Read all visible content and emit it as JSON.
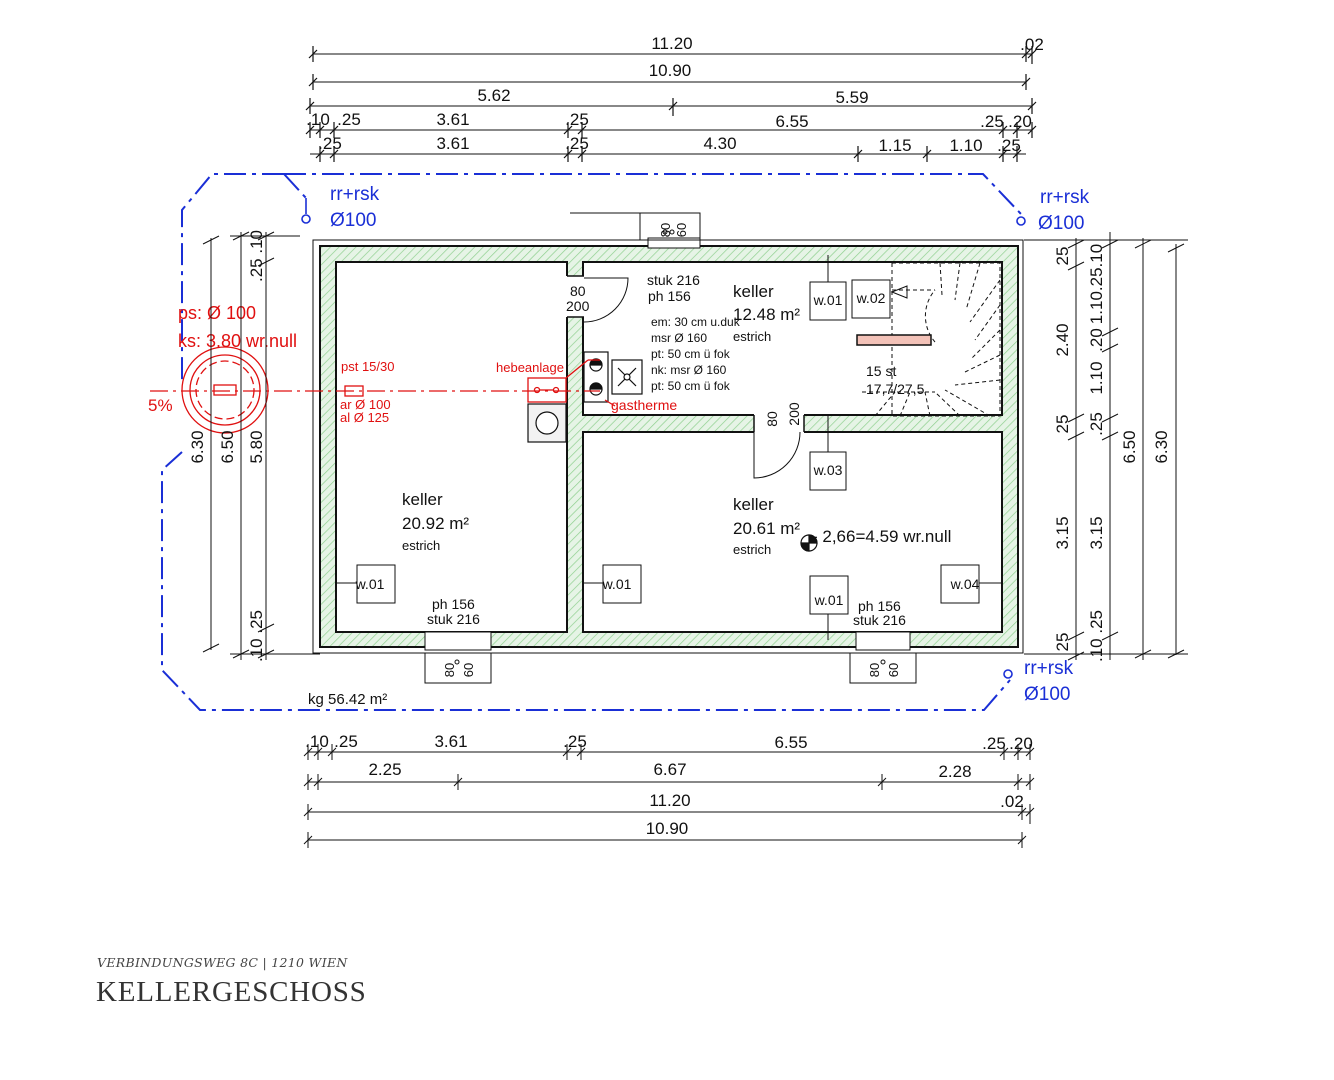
{
  "caption": {
    "address": "VERBINDUNGSWEG 8C | 1210 WIEN",
    "title": "KELLERGESCHOSS"
  },
  "dimensions": {
    "top": {
      "row1": [
        "11.20",
        ".02"
      ],
      "row2": [
        "10.90"
      ],
      "row3": [
        "5.62",
        "5.59"
      ],
      "row4": [
        ".10",
        ".25",
        "3.61",
        ".25",
        "6.55",
        ".25",
        ".20"
      ],
      "row5": [
        ".25",
        "3.61",
        ".25",
        "4.30",
        "1.15",
        "1.10",
        ".25"
      ]
    },
    "bottom": {
      "row1": [
        ".10",
        ".25",
        "3.61",
        ".25",
        "6.55",
        ".25",
        ".20"
      ],
      "row2": [
        "2.25",
        "6.67",
        "2.28"
      ],
      "row3": [
        "11.20",
        ".02"
      ],
      "row4": [
        "10.90"
      ]
    },
    "left": {
      "outer": "6.30",
      "mid": "6.50",
      "inner": "5.80",
      "top_small": ".25 .10",
      "bottom_small": ".10 .25"
    },
    "right": {
      "col1": [
        "25",
        "2.40",
        "25",
        "3.15",
        "25"
      ],
      "col2": [
        "1.10.25.10",
        ".20",
        "1.10",
        ".25",
        "3.15",
        ".10 .25"
      ],
      "col3": "6.50",
      "col4": "6.30"
    }
  },
  "rooms": {
    "keller_left": {
      "name": "keller",
      "area": "20.92 m²",
      "floor": "estrich"
    },
    "keller_top": {
      "name": "keller",
      "area": "12.48 m²",
      "floor": "estrich"
    },
    "keller_right": {
      "name": "keller",
      "area": "20.61 m²",
      "floor": "estrich"
    }
  },
  "walls": {
    "w01": "w.01",
    "w02": "w.02",
    "w03": "w.03",
    "w04": "w.04"
  },
  "windows": {
    "stuk_top": "stuk 216",
    "ph_top": "ph 156",
    "ph_left": "ph 156",
    "stuk_left": "stuk 216",
    "ph_right": "ph 156",
    "stuk_right": "stuk 216",
    "w80": "80",
    "w60": "60",
    "d80": "80",
    "d200": "200"
  },
  "notes": {
    "em": "em: 30 cm u.duk",
    "msr": "msr Ø 160",
    "pt1": "pt: 50 cm ü fok",
    "nk": "nk: msr Ø 160",
    "pt2": "pt: 50 cm ü fok",
    "stairs1": "15 st",
    "stairs2": "17,7/27,5",
    "level": "- 2,66=4.59 wr.null",
    "kg": "kg 56.42 m²"
  },
  "drainage": {
    "rr_label": "rr+rsk",
    "rr_dia": "Ø100",
    "ps": "ps: Ø 100",
    "ks": "ks: 3.80 wr.null",
    "slope": "5%",
    "pst": "pst 15/30",
    "ar": "ar Ø 100",
    "al": "al Ø 125",
    "hebeanlage": "hebeanlage",
    "gastherme": "gastherme"
  },
  "colors": {
    "line": "#111111",
    "wall_fill": "#e3f2e3",
    "wall_hatch": "#7ec87e",
    "blue": "#1a2fd6",
    "red": "#e01010"
  }
}
